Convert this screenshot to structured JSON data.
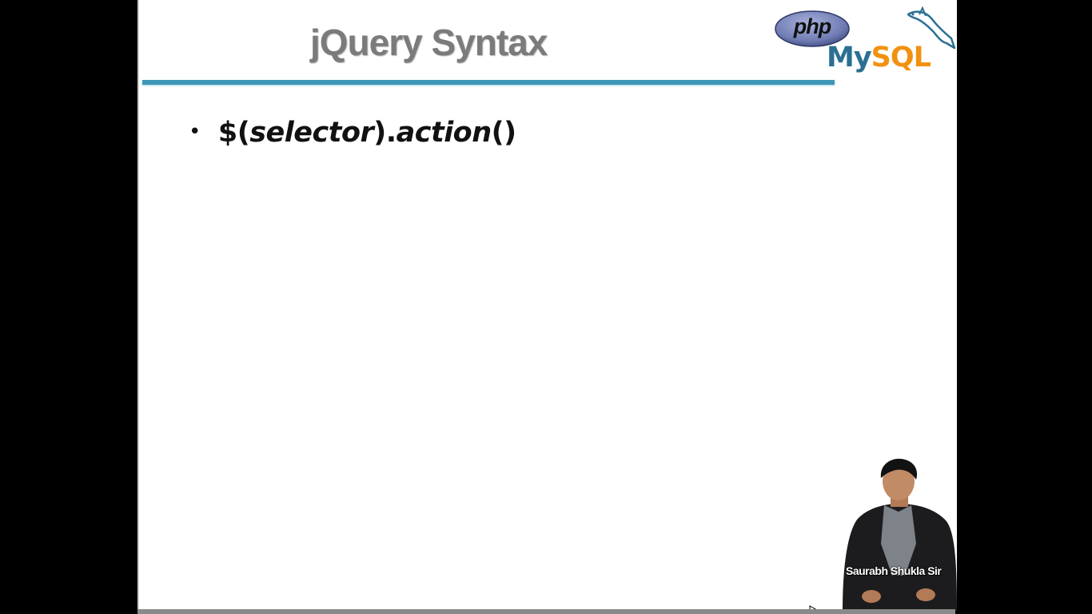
{
  "slide": {
    "title": "jQuery Syntax",
    "bullets": [
      {
        "parts": [
          {
            "text": "$(",
            "italic": false
          },
          {
            "text": "selector",
            "italic": true
          },
          {
            "text": ").",
            "italic": false
          },
          {
            "text": "action",
            "italic": true
          },
          {
            "text": "()",
            "italic": false
          }
        ]
      }
    ]
  },
  "logo": {
    "php_label": "php",
    "mysql_my": "My",
    "mysql_sql": "SQL",
    "icon": "dolphin-icon"
  },
  "presenter": {
    "caption": "Saurabh Shukla Sir"
  },
  "colors": {
    "rule": "#3d97b7",
    "title": "#7b7b7b",
    "mysql_blue": "#2b6f93",
    "mysql_orange": "#f29111",
    "php_badge": "#7a86b8"
  }
}
